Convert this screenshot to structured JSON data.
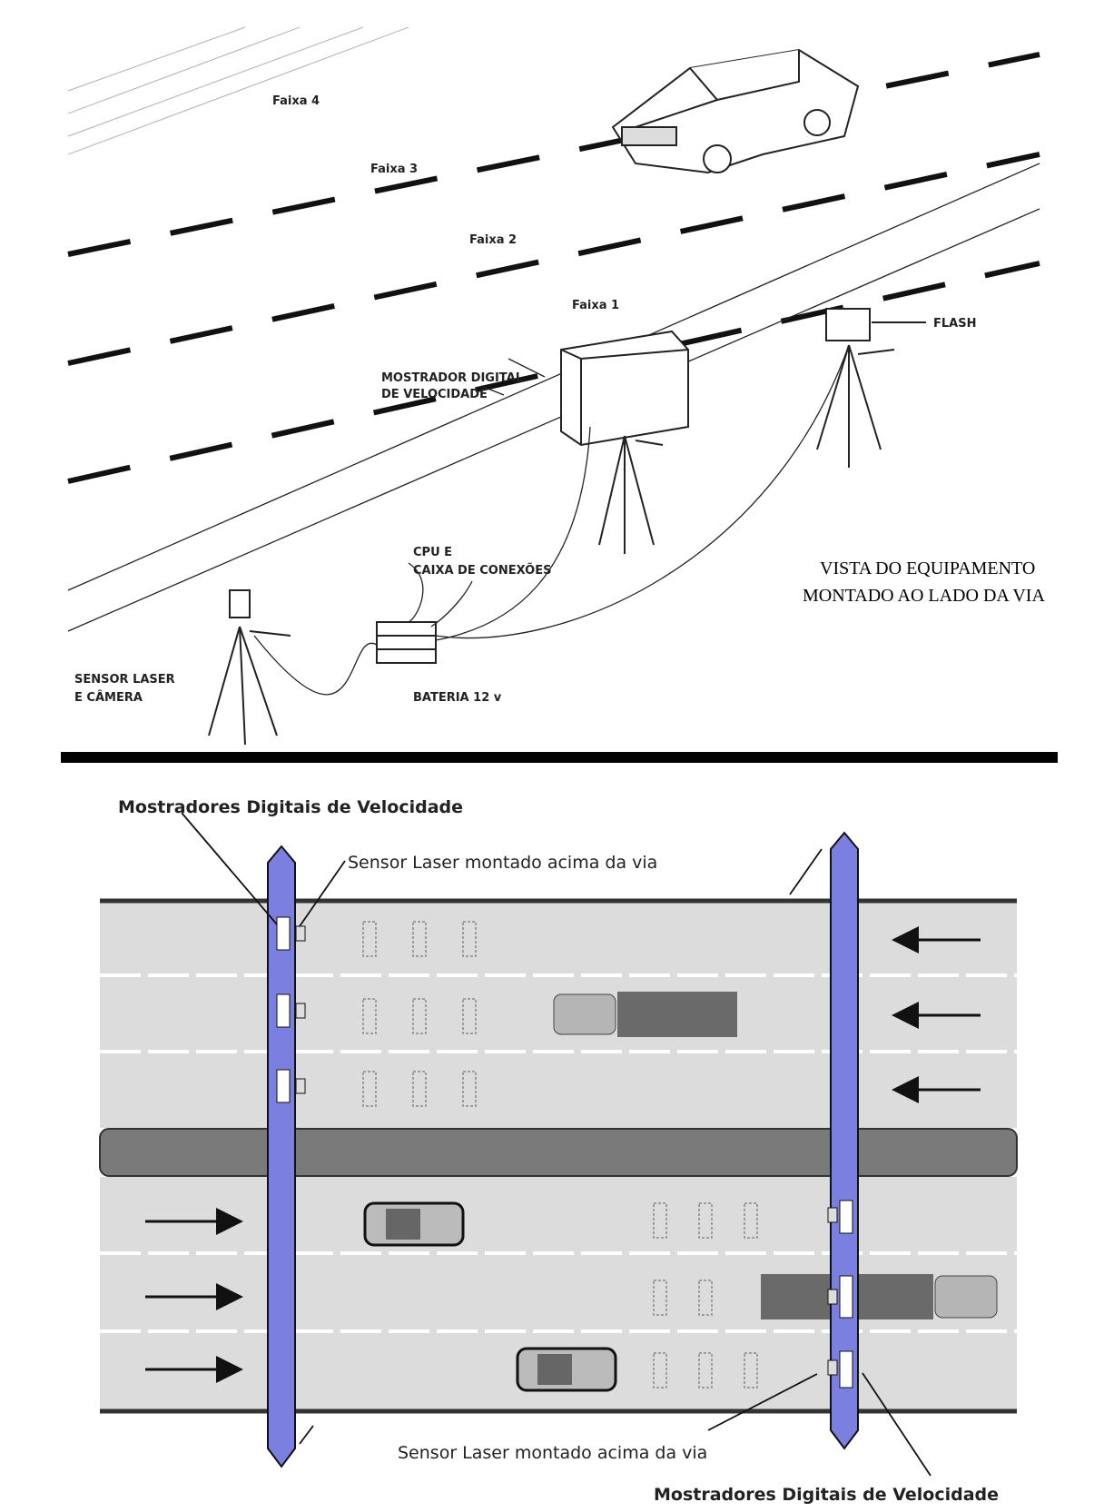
{
  "top_view": {
    "lanes": [
      "Faixa 4",
      "Faixa 3",
      "Faixa 2",
      "Faixa 1"
    ],
    "flash_label": "FLASH",
    "display_label": [
      "MOSTRADOR DIGITAL",
      "DE VELOCIDADE"
    ],
    "cpu_label": [
      "CPU E",
      "CAIXA DE  CONEXÕES"
    ],
    "sensor_label": [
      "SENSOR LASER",
      "E CÂMERA"
    ],
    "battery_label": "BATERIA 12 v",
    "caption": [
      "VISTA DO EQUIPAMENTO",
      "MONTADO AO LADO DA VIA"
    ]
  },
  "bottom_view": {
    "displays_label": "Mostradores Digitais de Velocidade",
    "sensor_label": "Sensor Laser montado acima da via",
    "colors": {
      "gantry": "#7b7fe0",
      "road": "#dcdcdc",
      "median": "#7a7a7a",
      "truck": "#6a6a6a"
    }
  }
}
